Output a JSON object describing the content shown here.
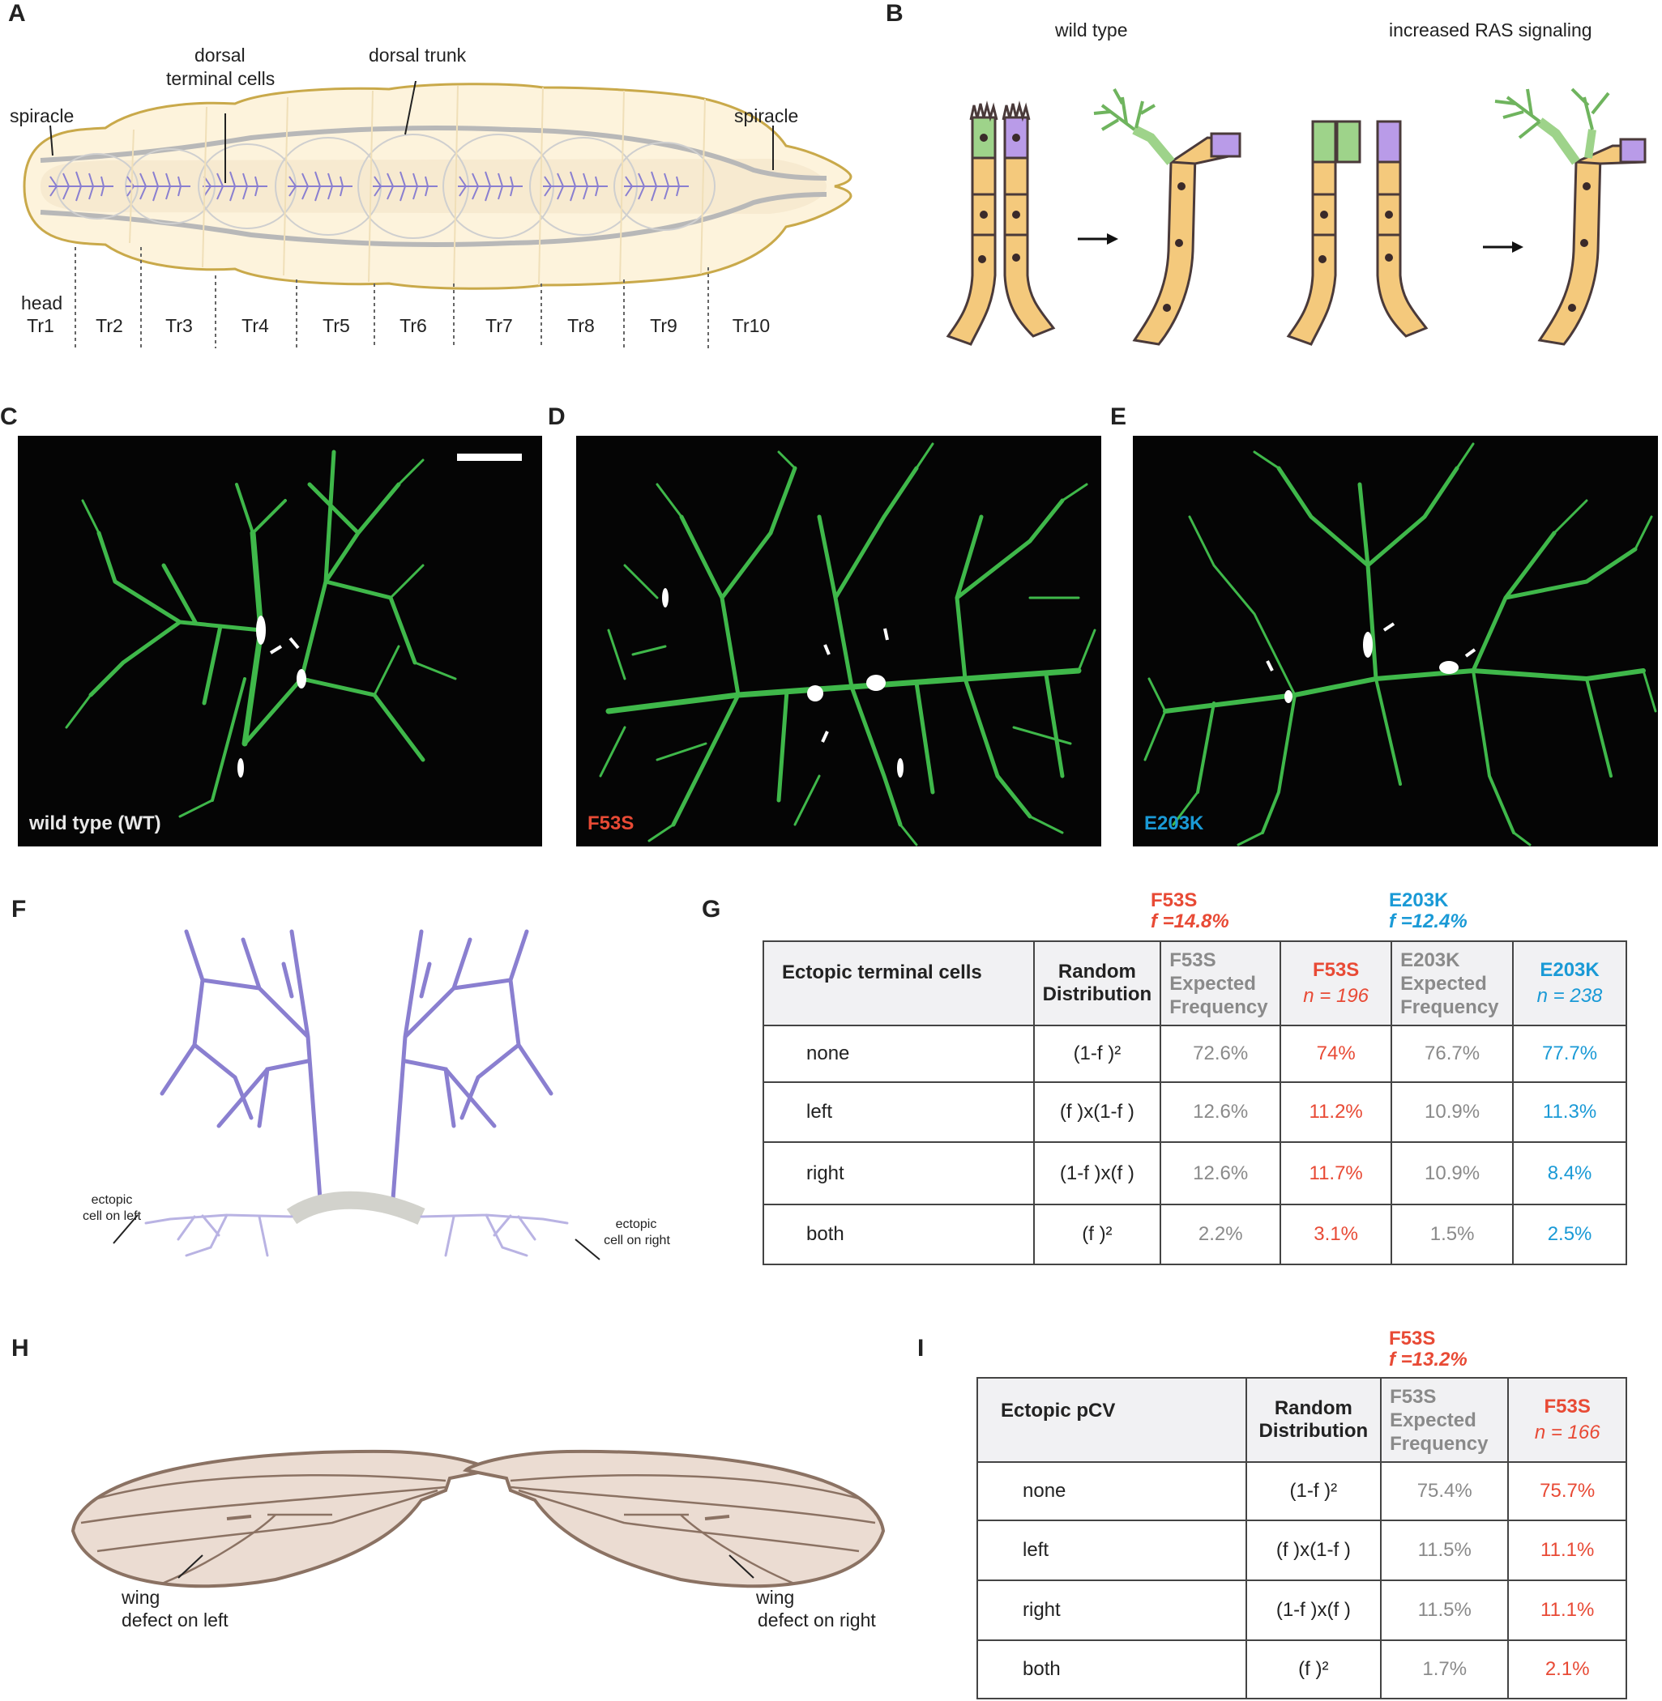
{
  "panels": {
    "A": "A",
    "B": "B",
    "C": "C",
    "D": "D",
    "E": "E",
    "F": "F",
    "G": "G",
    "H": "H",
    "I": "I"
  },
  "panel_a": {
    "labels": {
      "spiracle_left": "spiracle",
      "dorsal_terminal_cells_1": "dorsal",
      "dorsal_terminal_cells_2": "terminal cells",
      "dorsal_trunk": "dorsal trunk",
      "spiracle_right": "spiracle",
      "head": "head"
    },
    "segments": [
      "Tr1",
      "Tr2",
      "Tr3",
      "Tr4",
      "Tr5",
      "Tr6",
      "Tr7",
      "Tr8",
      "Tr9",
      "Tr10"
    ]
  },
  "panel_b": {
    "wild_type": "wild type",
    "increased_ras": "increased RAS signaling"
  },
  "micrographs": {
    "C": "wild type (WT)",
    "D": "F53S",
    "E": "E203K"
  },
  "panel_f": {
    "left_1": "ectopic",
    "left_2": "cell on left",
    "right_1": "ectopic",
    "right_2": "cell on right"
  },
  "panel_g": {
    "f53s_name": "F53S",
    "f53s_f": "f =14.8%",
    "e203k_name": "E203K",
    "e203k_f": "f =12.4%",
    "header": {
      "c0": "Ectopic terminal cells",
      "c1a": "Random",
      "c1b": "Distribution",
      "c2a": "F53S",
      "c2b": "Expected",
      "c2c": "Frequency",
      "c3a": "F53S",
      "c3b": "n = 196",
      "c4a": "E203K",
      "c4b": "Expected",
      "c4c": "Frequency",
      "c5a": "E203K",
      "c5b": "n = 238"
    },
    "rows": [
      {
        "label": "none",
        "formula": "(1-f )²",
        "f53s_exp": "72.6%",
        "f53s_obs": "74%",
        "e203k_exp": "76.7%",
        "e203k_obs": "77.7%"
      },
      {
        "label": "left",
        "formula": "(f )x(1-f )",
        "f53s_exp": "12.6%",
        "f53s_obs": "11.2%",
        "e203k_exp": "10.9%",
        "e203k_obs": "11.3%"
      },
      {
        "label": "right",
        "formula": "(1-f )x(f )",
        "f53s_exp": "12.6%",
        "f53s_obs": "11.7%",
        "e203k_exp": "10.9%",
        "e203k_obs": "8.4%"
      },
      {
        "label": "both",
        "formula": "(f )²",
        "f53s_exp": "2.2%",
        "f53s_obs": "3.1%",
        "e203k_exp": "1.5%",
        "e203k_obs": "2.5%"
      }
    ]
  },
  "panel_h": {
    "left_1": "wing",
    "left_2": "defect on left",
    "right_1": "wing",
    "right_2": "defect on right"
  },
  "panel_i": {
    "f53s_name": "F53S",
    "f53s_f": "f =13.2%",
    "header": {
      "c0": "Ectopic pCV",
      "c1a": "Random",
      "c1b": "Distribution",
      "c2a": "F53S",
      "c2b": "Expected",
      "c2c": "Frequency",
      "c3a": "F53S",
      "c3b": "n = 166"
    },
    "rows": [
      {
        "label": "none",
        "formula": "(1-f )²",
        "f53s_exp": "75.4%",
        "f53s_obs": "75.7%"
      },
      {
        "label": "left",
        "formula": "(f )x(1-f )",
        "f53s_exp": "11.5%",
        "f53s_obs": "11.1%"
      },
      {
        "label": "right",
        "formula": "(1-f )x(f )",
        "f53s_exp": "11.5%",
        "f53s_obs": "11.1%"
      },
      {
        "label": "both",
        "formula": "(f )²",
        "f53s_exp": "1.7%",
        "f53s_obs": "2.1%"
      }
    ]
  },
  "colors": {
    "label_red": "#e84a35",
    "label_blue": "#1a9ad6",
    "expected_grey": "#8a8a8a",
    "tracheal_purple": "#8a7fd0",
    "trunk_grey": "#b8b8b8",
    "larva_body": "#fdf3dc",
    "larva_outline": "#c9a94a",
    "cell_tan": "#f4c97c",
    "cell_green": "#9ed38a",
    "cell_purple": "#b99be8",
    "micro_green": "#3fb84a",
    "wing_fill": "#ebdcd2",
    "wing_vein": "#8b7263"
  },
  "icons": {
    "arrow": "right-arrow-icon",
    "scale_bar": "scale-bar-icon"
  }
}
